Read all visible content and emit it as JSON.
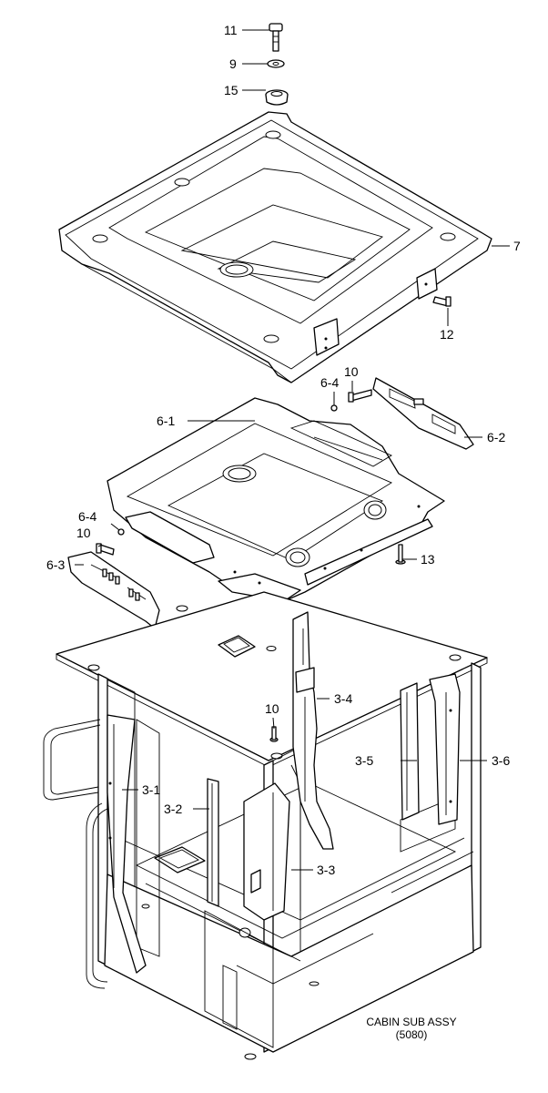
{
  "labels": {
    "p11": "11",
    "p9": "9",
    "p15": "15",
    "p7": "7",
    "p12": "12",
    "p6_4a": "6-4",
    "p10a": "10",
    "p6_1": "6-1",
    "p6_2": "6-2",
    "p6_4b": "6-4",
    "p10b": "10",
    "p6_3": "6-3",
    "p13": "13",
    "p3_4": "3-4",
    "p10c": "10",
    "p3_5": "3-5",
    "p3_6": "3-6",
    "p3_1": "3-1",
    "p3_2": "3-2",
    "p3_3": "3-3"
  },
  "caption": {
    "line1": "CABIN SUB ASSY",
    "line2": "(5080)"
  }
}
